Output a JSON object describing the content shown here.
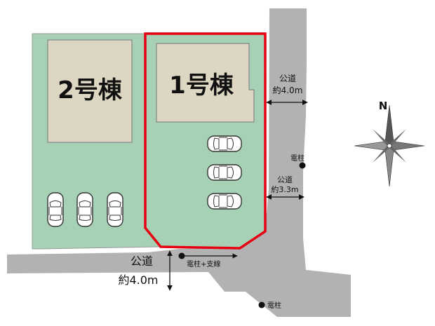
{
  "lots": {
    "building2": {
      "label": "2号棟"
    },
    "building1": {
      "label": "1号棟"
    }
  },
  "roads": {
    "east_top": {
      "name": "公道",
      "width": "約4.0m"
    },
    "east_mid": {
      "name": "公道",
      "width": "約3.3m"
    },
    "south": {
      "name": "公道",
      "width": "約4.0m"
    }
  },
  "poles": {
    "east": "電柱",
    "south_guy": "電柱+支線",
    "south_bottom": "電柱"
  },
  "compass": {
    "north": "N"
  },
  "colors": {
    "lot_fill": "#a7d1b5",
    "building_fill": "#ddd6c2",
    "road_fill": "#b2b2b2",
    "highlight_border": "#e60012"
  },
  "icons": [
    "car-icon",
    "utility-pole-icon",
    "compass-rose-icon",
    "dimension-arrow-icon"
  ]
}
